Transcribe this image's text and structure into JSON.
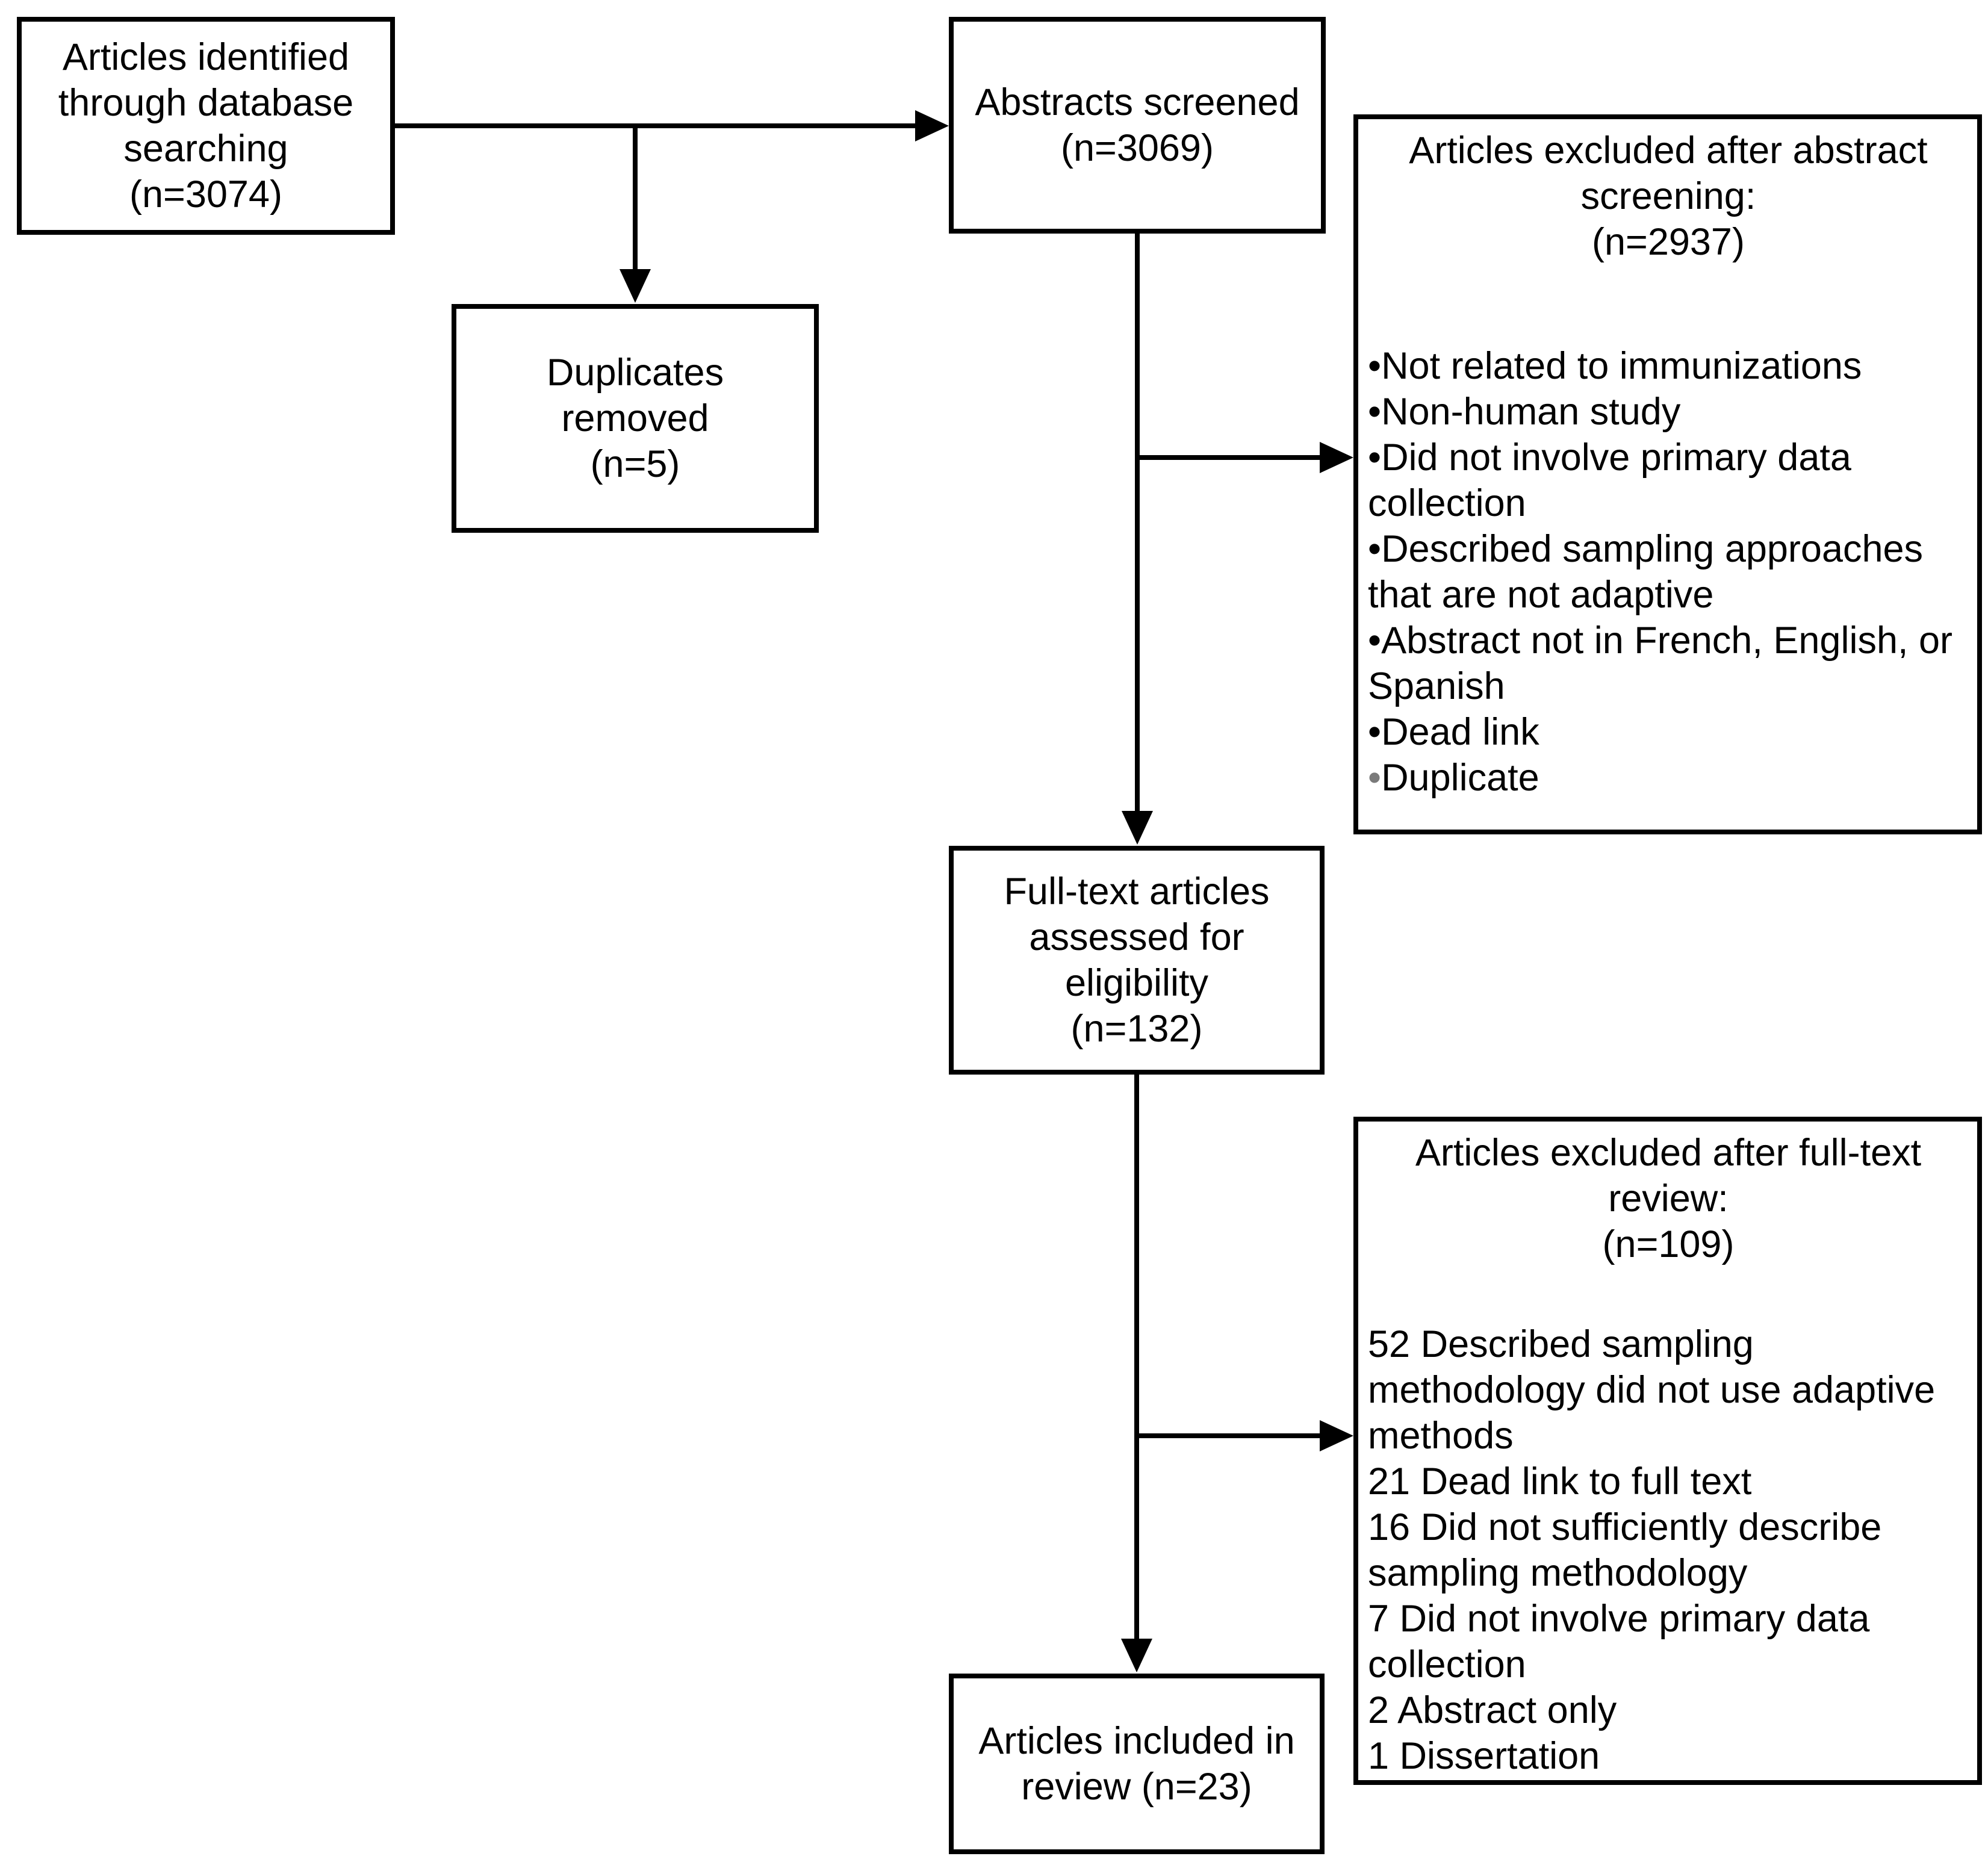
{
  "colors": {
    "background": "#ffffff",
    "border": "#000000",
    "text": "#000000",
    "arrow": "#000000",
    "muted_bullet": "#7a7a7a"
  },
  "boxes": {
    "identified": {
      "label": "Articles identified\nthrough database\nsearching\n(n=3074)"
    },
    "abstracts_screened": {
      "label": "Abstracts screened\n(n=3069)"
    },
    "duplicates_removed": {
      "label": "Duplicates\nremoved\n(n=5)"
    },
    "excluded_abstract": {
      "title": "Articles excluded after abstract\nscreening:\n(n=2937)",
      "bullet_glyph": "•",
      "items": [
        "Not related to immunizations",
        "Non-human study",
        "Did not involve primary data collection",
        "Described sampling approaches that are not adaptive",
        "Abstract not in French, English, or Spanish",
        "Dead link",
        "Duplicate"
      ]
    },
    "fulltext_assessed": {
      "label": "Full-text articles\nassessed for\neligibility\n(n=132)"
    },
    "excluded_fulltext": {
      "title": "Articles excluded after full-text\nreview:\n(n=109)",
      "items": [
        "52 Described sampling methodology did not use adaptive methods",
        "21 Dead link to full text",
        "16 Did not sufficiently describe sampling methodology",
        "7 Did not involve primary data collection",
        "2 Abstract only",
        "1 Dissertation"
      ]
    },
    "included": {
      "label": "Articles included in\nreview (n=23)"
    }
  }
}
